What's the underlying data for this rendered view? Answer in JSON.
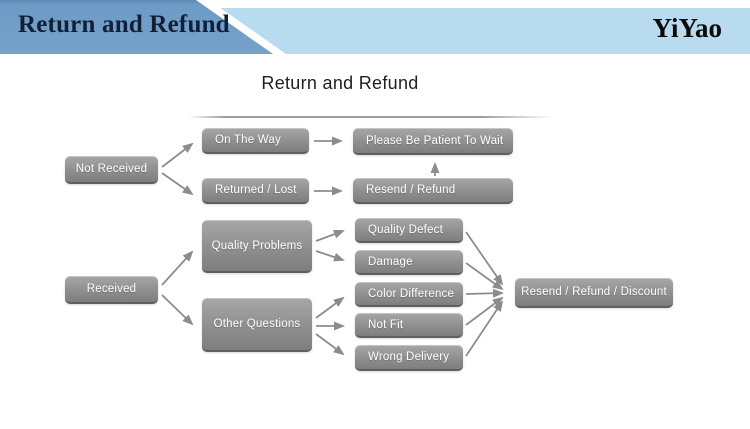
{
  "header": {
    "banner_title": "Return and Refund",
    "brand": "YiYao"
  },
  "content": {
    "title": "Return and Refund"
  },
  "diagram": {
    "nodes": [
      {
        "id": "not-received",
        "label": "Not Received"
      },
      {
        "id": "on-the-way",
        "label": "On The Way"
      },
      {
        "id": "returned-lost",
        "label": "Returned / Lost"
      },
      {
        "id": "please-wait",
        "label": "Please Be Patient To Wait"
      },
      {
        "id": "resend-refund",
        "label": "Resend / Refund"
      },
      {
        "id": "received",
        "label": "Received"
      },
      {
        "id": "quality-problems",
        "label": "Quality Problems"
      },
      {
        "id": "other-questions",
        "label": "Other Questions"
      },
      {
        "id": "quality-defect",
        "label": "Quality Defect"
      },
      {
        "id": "damage",
        "label": "Damage"
      },
      {
        "id": "color-difference",
        "label": "Color Difference"
      },
      {
        "id": "not-fit",
        "label": "Not Fit"
      },
      {
        "id": "wrong-delivery",
        "label": "Wrong Delivery"
      },
      {
        "id": "resend-refund-discount",
        "label": "Resend / Refund / Discount"
      }
    ],
    "edges": [
      {
        "from": "not-received",
        "to": "on-the-way"
      },
      {
        "from": "not-received",
        "to": "returned-lost"
      },
      {
        "from": "on-the-way",
        "to": "please-wait"
      },
      {
        "from": "returned-lost",
        "to": "resend-refund"
      },
      {
        "from": "resend-refund",
        "to": "please-wait"
      },
      {
        "from": "received",
        "to": "quality-problems"
      },
      {
        "from": "received",
        "to": "other-questions"
      },
      {
        "from": "quality-problems",
        "to": "quality-defect"
      },
      {
        "from": "quality-problems",
        "to": "damage"
      },
      {
        "from": "other-questions",
        "to": "color-difference"
      },
      {
        "from": "other-questions",
        "to": "not-fit"
      },
      {
        "from": "other-questions",
        "to": "wrong-delivery"
      },
      {
        "from": "quality-defect",
        "to": "resend-refund-discount"
      },
      {
        "from": "damage",
        "to": "resend-refund-discount"
      },
      {
        "from": "color-difference",
        "to": "resend-refund-discount"
      },
      {
        "from": "not-fit",
        "to": "resend-refund-discount"
      },
      {
        "from": "wrong-delivery",
        "to": "resend-refund-discount"
      }
    ],
    "colors": {
      "node_fill": "#8e8e8e",
      "arrow": "#8c8c8c",
      "banner_dark_blue": "#6d9bc5",
      "banner_light_blue": "#b9dbf0"
    }
  }
}
